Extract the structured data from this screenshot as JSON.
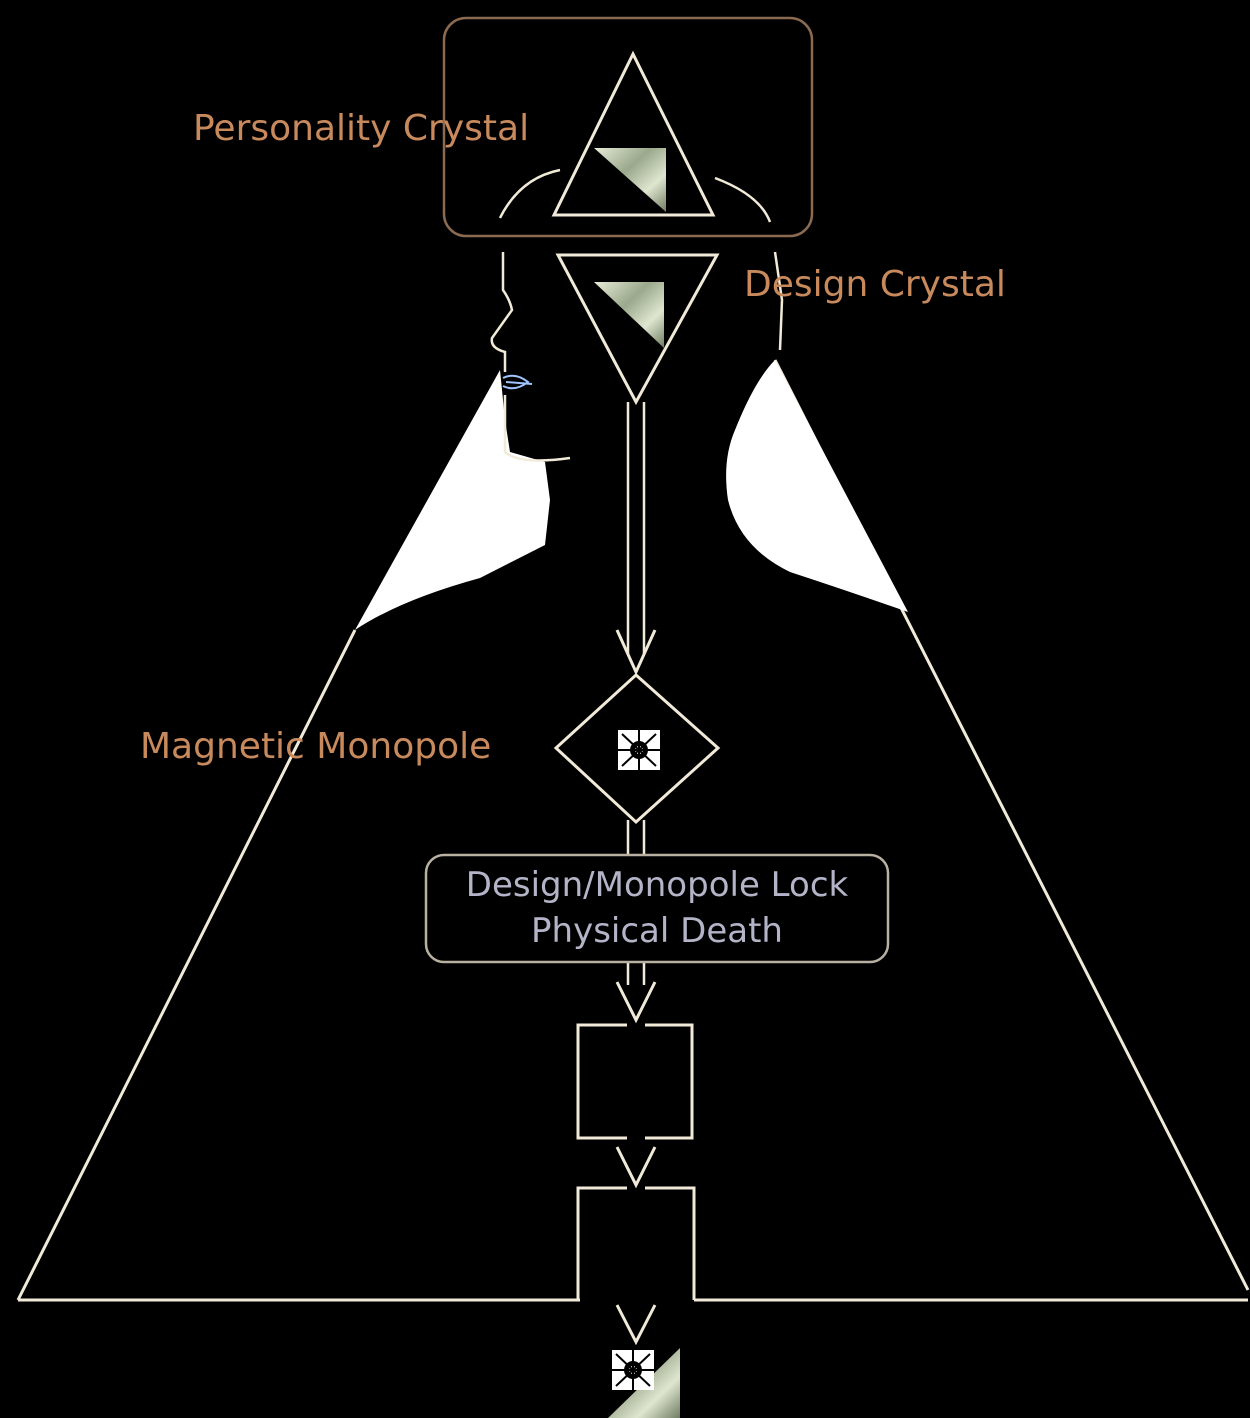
{
  "labels": {
    "personality_crystal": "Personality Crystal",
    "design_crystal": "Design Crystal",
    "magnetic_monopole": "Magnetic Monopole",
    "lock_line1": "Design/Monopole Lock",
    "lock_line2": "Physical Death"
  },
  "colors": {
    "background": "#000000",
    "line": "#f2ead8",
    "label_orange": "#c88a5c",
    "box_border": "#8a6a50",
    "lock_text": "#b4b4c8",
    "crystal_fill": "#b8c4a8"
  },
  "icons": [
    "head-silhouette-icon",
    "magnetic-monopole-icon",
    "crystal-icon"
  ]
}
